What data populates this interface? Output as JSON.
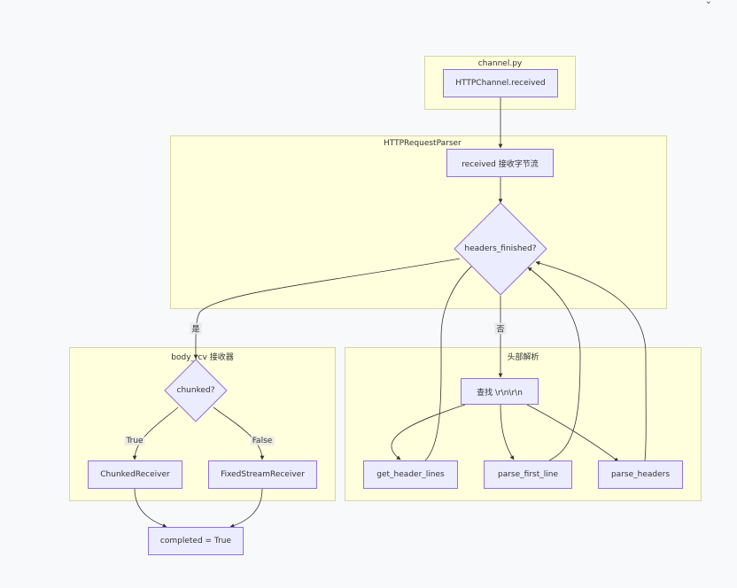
{
  "clusters": {
    "channel": "channel.py",
    "parser": "HTTPRequestParser",
    "body": "body_rcv 接收器",
    "header": "头部解析"
  },
  "nodes": {
    "http_channel_received": "HTTPChannel.received",
    "received_stream": "received 接收字节流",
    "headers_finished": "headers_finished?",
    "chunked": "chunked?",
    "chunked_receiver": "ChunkedReceiver",
    "fixed_stream_receiver": "FixedStreamReceiver",
    "completed": "completed = True",
    "find_crlf": "查找 \\r\\n\\r\\n",
    "get_header_lines": "get_header_lines",
    "parse_first_line": "parse_first_line",
    "parse_headers": "parse_headers"
  },
  "edge_labels": {
    "yes": "是",
    "no": "否",
    "true": "True",
    "false": "False"
  },
  "colors": {
    "cluster_fill": "#ffffde",
    "cluster_border": "#d6d6a3",
    "node_fill": "#ececff",
    "node_border": "#9370db",
    "edge": "#333333"
  }
}
